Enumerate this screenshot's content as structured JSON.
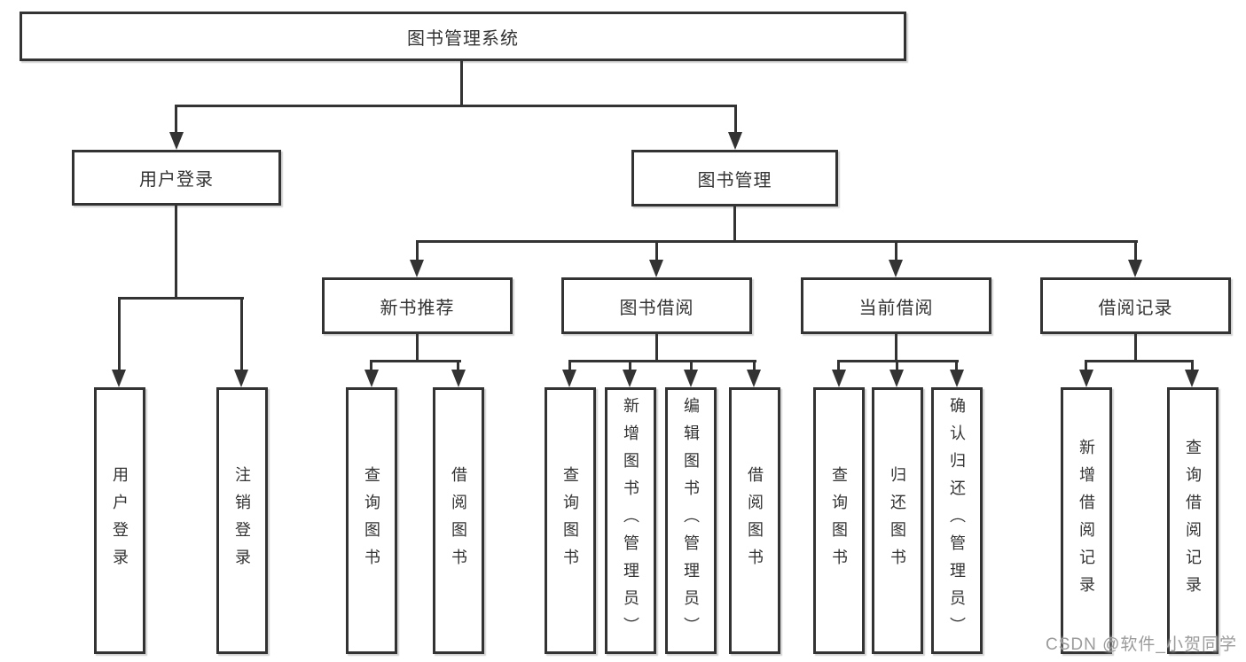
{
  "root": {
    "label": "图书管理系统"
  },
  "branches": {
    "login": {
      "label": "用户登录",
      "leaves": [
        "用户登录",
        "注销登录"
      ]
    },
    "management": {
      "label": "图书管理",
      "groups": [
        {
          "label": "新书推荐",
          "leaves": [
            "查询图书",
            "借阅图书"
          ]
        },
        {
          "label": "图书借阅",
          "leaves": [
            "查询图书",
            "新增图书（管理员）",
            "编辑图书（管理员）",
            "借阅图书"
          ]
        },
        {
          "label": "当前借阅",
          "leaves": [
            "查询图书",
            "归还图书",
            "确认归还（管理员）"
          ]
        },
        {
          "label": "借阅记录",
          "leaves": [
            "新增借阅记录",
            "查询借阅记录"
          ]
        }
      ]
    }
  },
  "watermark": "CSDN @软件_小贺同学",
  "colors": {
    "line": "#333333",
    "text": "#333333",
    "watermark": "#9b9b9b",
    "background": "#ffffff"
  }
}
